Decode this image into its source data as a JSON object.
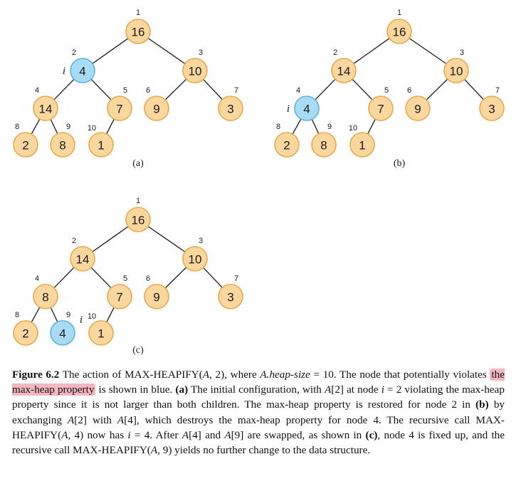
{
  "panels": [
    {
      "id": "a",
      "label": "(a)",
      "nodes": [
        {
          "index": "1",
          "key": "16",
          "color": "orange"
        },
        {
          "index": "2",
          "key": "4",
          "color": "blue",
          "i": "i"
        },
        {
          "index": "3",
          "key": "10",
          "color": "orange"
        },
        {
          "index": "4",
          "key": "14",
          "color": "orange"
        },
        {
          "index": "5",
          "key": "7",
          "color": "orange"
        },
        {
          "index": "6",
          "key": "9",
          "color": "orange"
        },
        {
          "index": "7",
          "key": "3",
          "color": "orange"
        },
        {
          "index": "8",
          "key": "2",
          "color": "orange"
        },
        {
          "index": "9",
          "key": "8",
          "color": "orange"
        },
        {
          "index": "10",
          "key": "1",
          "color": "orange"
        }
      ]
    },
    {
      "id": "b",
      "label": "(b)",
      "nodes": [
        {
          "index": "1",
          "key": "16",
          "color": "orange"
        },
        {
          "index": "2",
          "key": "14",
          "color": "orange"
        },
        {
          "index": "3",
          "key": "10",
          "color": "orange"
        },
        {
          "index": "4",
          "key": "4",
          "color": "blue",
          "i": "i"
        },
        {
          "index": "5",
          "key": "7",
          "color": "orange"
        },
        {
          "index": "6",
          "key": "9",
          "color": "orange"
        },
        {
          "index": "7",
          "key": "3",
          "color": "orange"
        },
        {
          "index": "8",
          "key": "2",
          "color": "orange"
        },
        {
          "index": "9",
          "key": "8",
          "color": "orange"
        },
        {
          "index": "10",
          "key": "1",
          "color": "orange"
        }
      ]
    },
    {
      "id": "c",
      "label": "(c)",
      "nodes": [
        {
          "index": "1",
          "key": "16",
          "color": "orange"
        },
        {
          "index": "2",
          "key": "14",
          "color": "orange"
        },
        {
          "index": "3",
          "key": "10",
          "color": "orange"
        },
        {
          "index": "4",
          "key": "8",
          "color": "orange"
        },
        {
          "index": "5",
          "key": "7",
          "color": "orange"
        },
        {
          "index": "6",
          "key": "9",
          "color": "orange"
        },
        {
          "index": "7",
          "key": "3",
          "color": "orange"
        },
        {
          "index": "8",
          "key": "2",
          "color": "orange"
        },
        {
          "index": "9",
          "key": "4",
          "color": "blue",
          "i": "i"
        },
        {
          "index": "10",
          "key": "1",
          "color": "orange"
        }
      ]
    }
  ],
  "colors": {
    "orange_fill": "#fbd7a0",
    "orange_stroke": "#e7a94a",
    "blue_fill": "#a9dcf4",
    "blue_stroke": "#5ab3df",
    "highlight": "#f3b7c0"
  },
  "caption": {
    "label": "Figure 6.2",
    "t1": " The action of MAX-HEAPIFY(",
    "t1_A": "A",
    "t1_b": ", 2), where ",
    "t1_hs": "A.heap-size",
    "t1_c": " = 10. The node that potentially violates ",
    "highlight": "the max-heap property",
    "t2": " is shown in blue. ",
    "bold_a": "(a)",
    "t3": " The initial configuration, with ",
    "t3_A": "A",
    "t3_b": "[2] at node ",
    "t3_i": "i",
    "t3_c": " = 2 violating the max-heap property since it is not larger than both children. The max-heap property is restored for node 2 in ",
    "bold_b": "(b)",
    "t4": " by exchanging ",
    "t4_A1": "A",
    "t4_b": "[2] with ",
    "t4_A2": "A",
    "t4_c": "[4], which destroys the max-heap property for node 4. The recursive call MAX-HEAPIFY(",
    "t4_A3": "A",
    "t4_d": ", 4) now has ",
    "t5_i": "i",
    "t5": " = 4. After ",
    "t5_A1": "A",
    "t5_b": "[4] and ",
    "t5_A2": "A",
    "t5_c": "[9] are swapped, as shown in ",
    "bold_c": "(c)",
    "t6": ", node 4 is fixed up, and the recursive call MAX-HEAPIFY(",
    "t6_A": "A",
    "t6_b": ", 9) yields no further change to the data structure."
  }
}
